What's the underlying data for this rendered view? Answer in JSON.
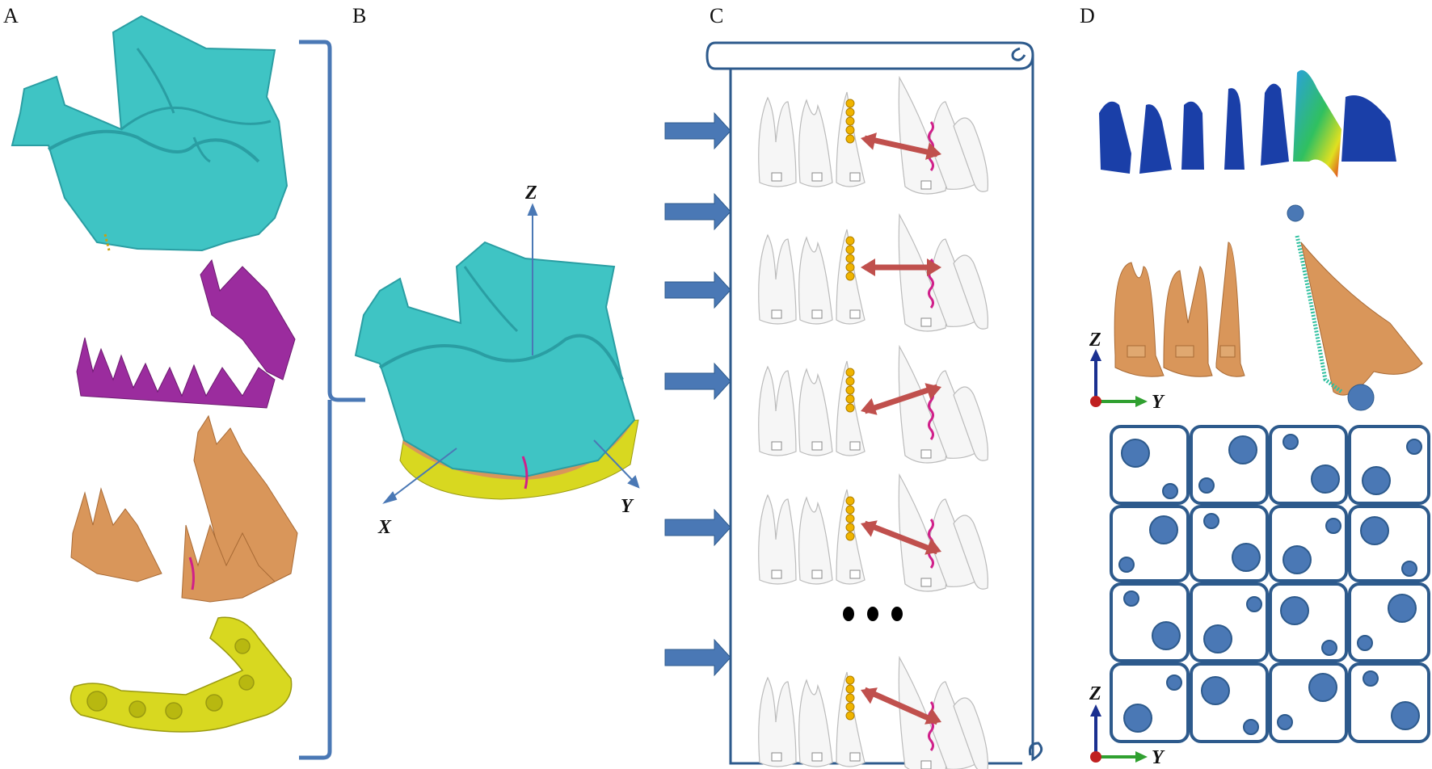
{
  "panels": [
    {
      "label": "A"
    },
    {
      "label": "B"
    },
    {
      "label": "C"
    },
    {
      "label": "D"
    }
  ],
  "axes": {
    "panel_b": {
      "x": "X",
      "y": "Y",
      "z": "Z"
    },
    "panel_d_upper": {
      "y": "Y",
      "z": "Z"
    },
    "panel_d_lower": {
      "y": "Y",
      "z": "Z"
    }
  },
  "panel_c": {
    "step_count_shown": 5,
    "ellipsis": true
  },
  "colors": {
    "maxilla": "#3fc4c4",
    "maxilla_dark": "#2a9ea3",
    "pdl": "#9b2c9e",
    "teeth": "#d9965a",
    "aligner": "#d8d820",
    "frame": "#2d5a8c",
    "arrow": "#4a78b5",
    "red_arrow": "#c0504d",
    "attachment": "#f0b400",
    "magenta": "#d0208a",
    "blue_teeth": "#1a3fa8",
    "cell_dot": "#4a78b5"
  }
}
